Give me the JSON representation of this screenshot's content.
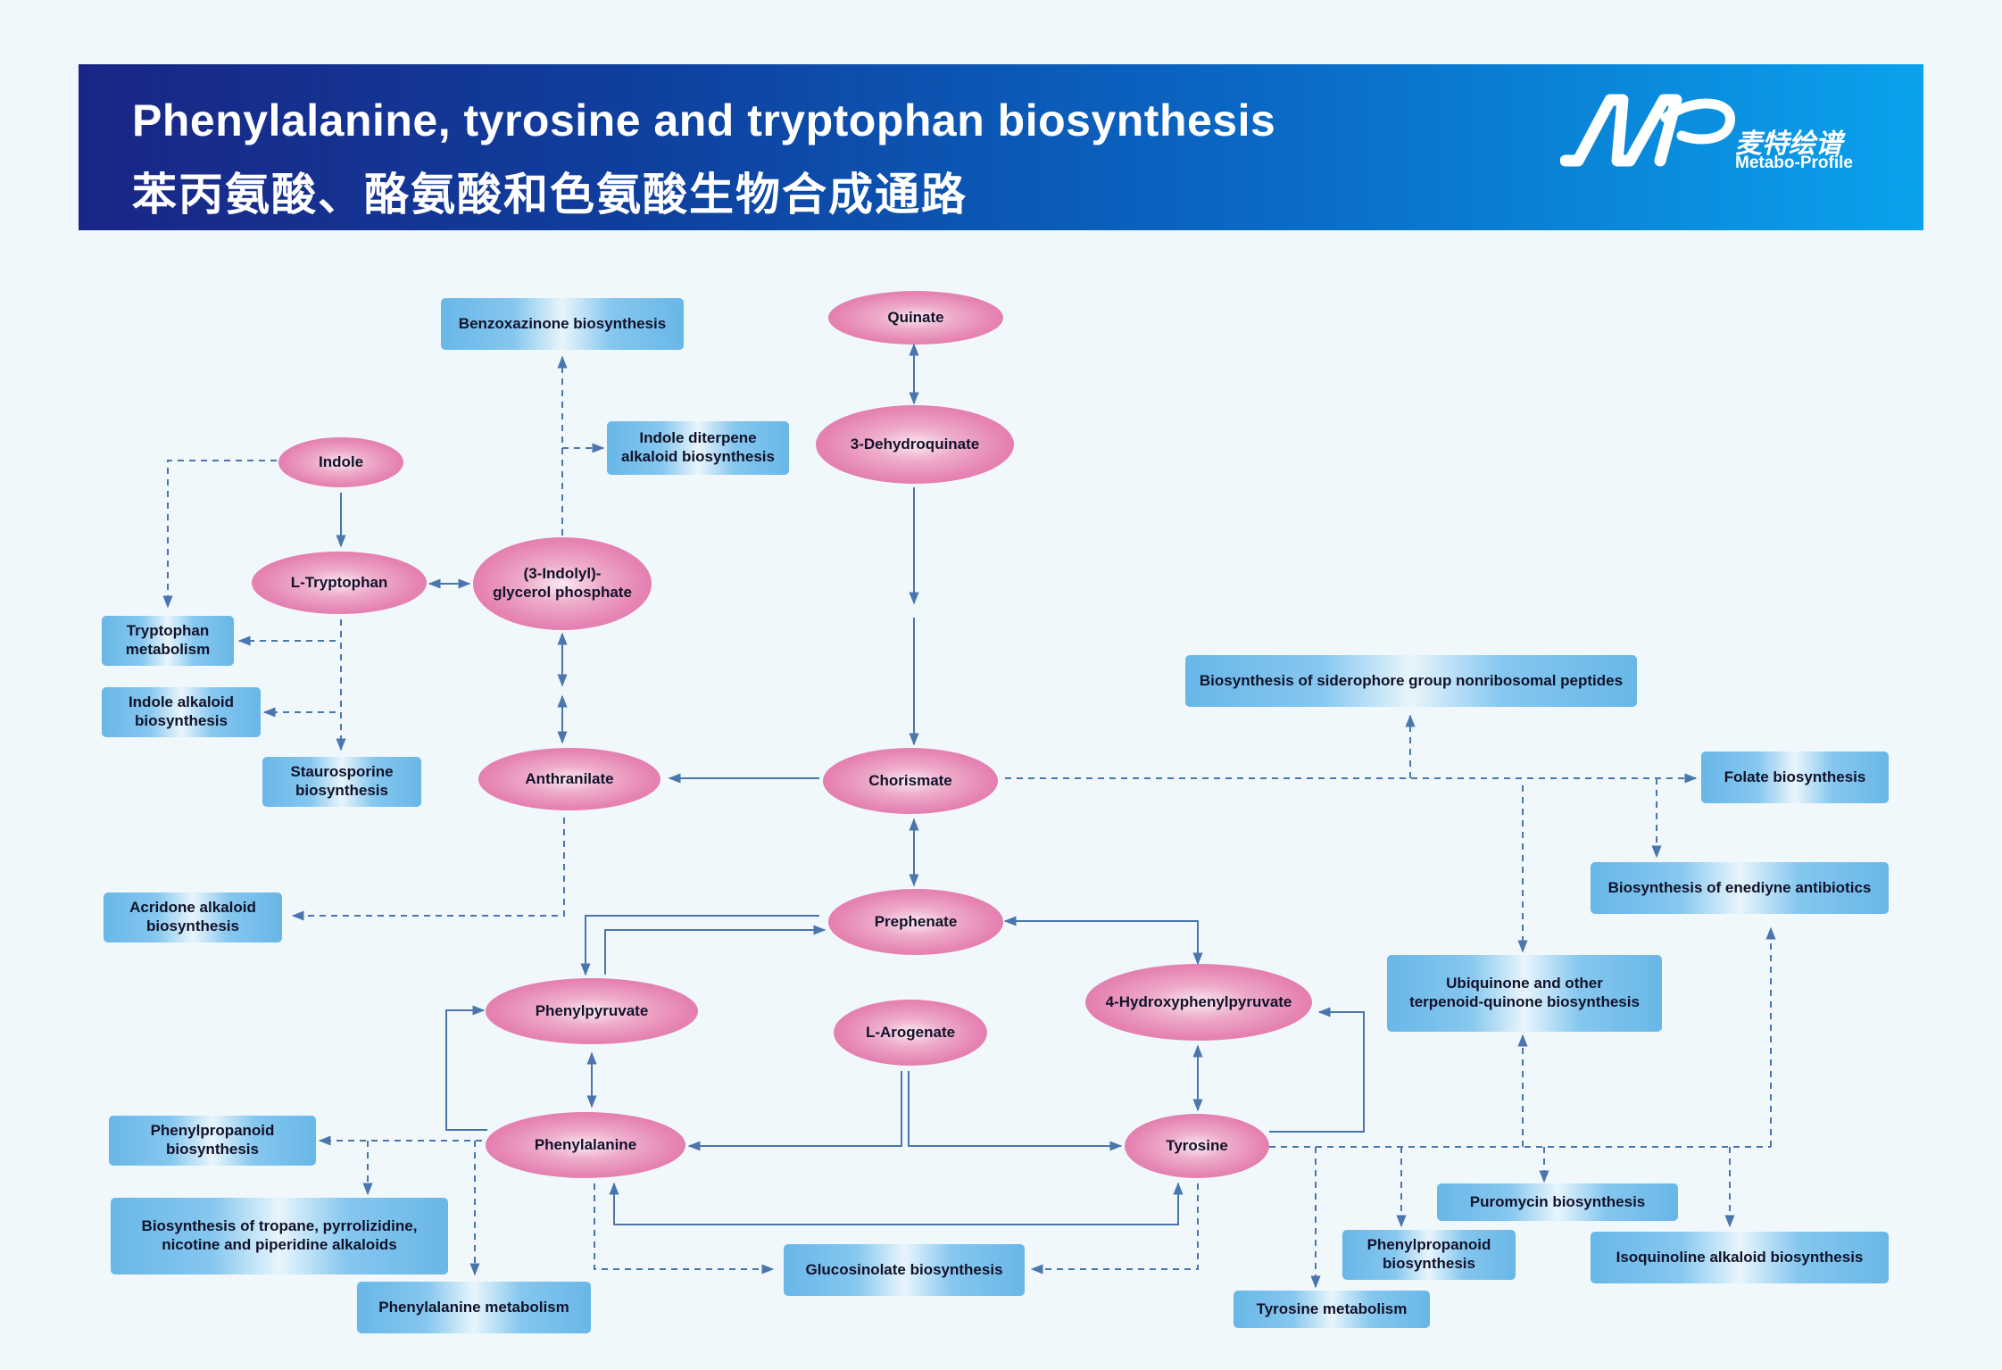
{
  "header": {
    "title_en": "Phenylalanine, tyrosine and tryptophan biosynthesis",
    "title_cn": "苯丙氨酸、酪氨酸和色氨酸生物合成通路",
    "logo_cn": "麦特绘谱",
    "logo_en": "Metabo-Profile"
  },
  "colors": {
    "banner_start": "#1a2685",
    "banner_end": "#0aa2ec",
    "compound": "#e583b2",
    "pathway": "#68b7e8",
    "arrow": "#4a76ad"
  },
  "compounds": {
    "quinate": "Quinate",
    "dehydroquinate": "3-Dehydroquinate",
    "indole": "Indole",
    "tryptophan": "L-Tryptophan",
    "indolyl_glycerol_phosphate": "(3-Indolyl)-\nglycerol phosphate",
    "anthranilate": "Anthranilate",
    "chorismate": "Chorismate",
    "prephenate": "Prephenate",
    "phenylpyruvate": "Phenylpyruvate",
    "arogenate": "L-Arogenate",
    "hydroxyphenylpyruvate": "4-Hydroxyphenylpyruvate",
    "phenylalanine": "Phenylalanine",
    "tyrosine": "Tyrosine"
  },
  "pathways": {
    "benzoxazinone": "Benzoxazinone biosynthesis",
    "indole_diterpene": "Indole diterpene\nalkaloid biosynthesis",
    "tryptophan_metabolism": "Tryptophan\nmetabolism",
    "indole_alkaloid": "Indole alkaloid\nbiosynthesis",
    "staurosporine": "Staurosporine\nbiosynthesis",
    "acridone": "Acridone alkaloid\nbiosynthesis",
    "siderophore": "Biosynthesis of siderophore group nonribosomal peptides",
    "folate": "Folate biosynthesis",
    "enediyne": "Biosynthesis of enediyne antibiotics",
    "ubiquinone": "Ubiquinone and other\nterpenoid-quinone  biosynthesis",
    "phenylpropanoid_left": "Phenylpropanoid\nbiosynthesis",
    "tropane": "Biosynthesis of tropane, pyrrolizidine,\nnicotine and piperidine alkaloids",
    "phenylalanine_metabolism": "Phenylalanine metabolism",
    "glucosinolate": "Glucosinolate biosynthesis",
    "puromycin": "Puromycin biosynthesis",
    "phenylpropanoid_right": "Phenylpropanoid\nbiosynthesis",
    "isoquinoline": "Isoquinoline alkaloid biosynthesis",
    "tyrosine_metabolism": "Tyrosine metabolism"
  }
}
